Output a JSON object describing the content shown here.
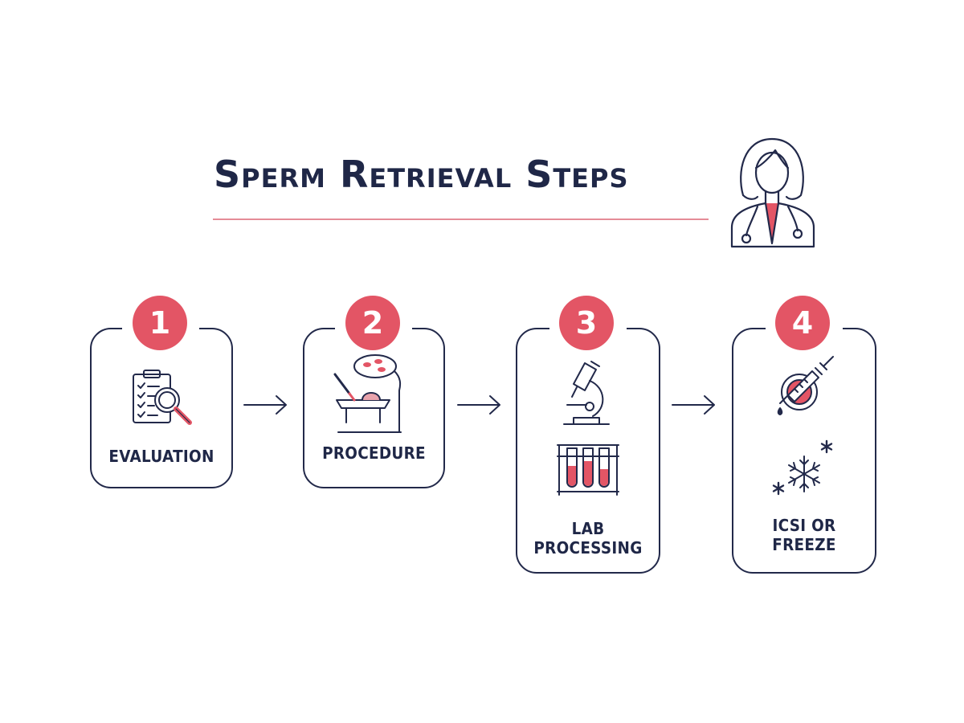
{
  "title": "Sperm Retrieval Steps",
  "colors": {
    "accent": "#e35565",
    "ink": "#22294a",
    "rule": "#e58c97"
  },
  "steps": [
    {
      "number": "1",
      "label": "EVALUATION",
      "icons": [
        "clipboard-magnifier-icon"
      ]
    },
    {
      "number": "2",
      "label": "PROCEDURE",
      "icons": [
        "surgical-lamp-scalpel-icon"
      ]
    },
    {
      "number": "3",
      "label": "LAB PROCESSING",
      "icons": [
        "microscope-icon",
        "test-tube-rack-icon"
      ]
    },
    {
      "number": "4",
      "label": "ICSI OR FREEZE",
      "icons": [
        "injection-icon",
        "snowflake-icon"
      ]
    }
  ]
}
